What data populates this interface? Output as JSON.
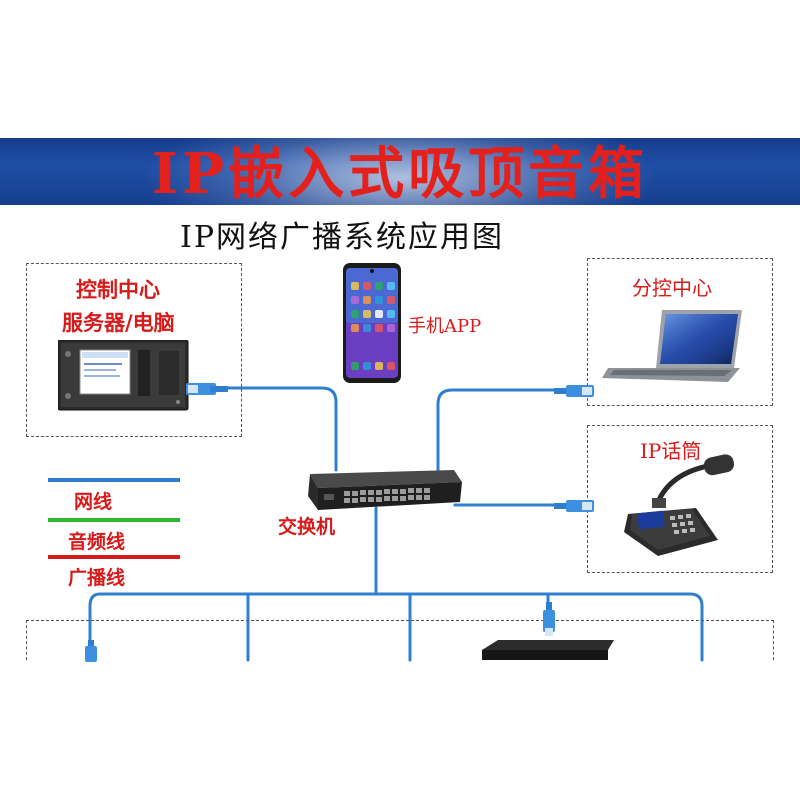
{
  "banner": {
    "title": "IP嵌入式吸顶音箱"
  },
  "diagram": {
    "title": "IP网络广播系统应用图",
    "control_center": {
      "line1": "控制中心",
      "line2": "服务器/电脑"
    },
    "phone": {
      "label": "手机APP"
    },
    "branch_center": {
      "label": "分控中心"
    },
    "ip_mic": {
      "label": "IP话筒"
    },
    "switch": {
      "label": "交换机"
    },
    "legend": {
      "items": [
        {
          "label": "网线",
          "color": "#2f7fce"
        },
        {
          "label": "音频线",
          "color": "#2eb82e"
        },
        {
          "label": "广播线",
          "color": "#d91a1a"
        }
      ]
    }
  },
  "colors": {
    "banner_blue": "#1f4ea6",
    "title_red": "#e3201b",
    "cable_blue": "#2f7fce",
    "label_red": "#d71a1a"
  }
}
